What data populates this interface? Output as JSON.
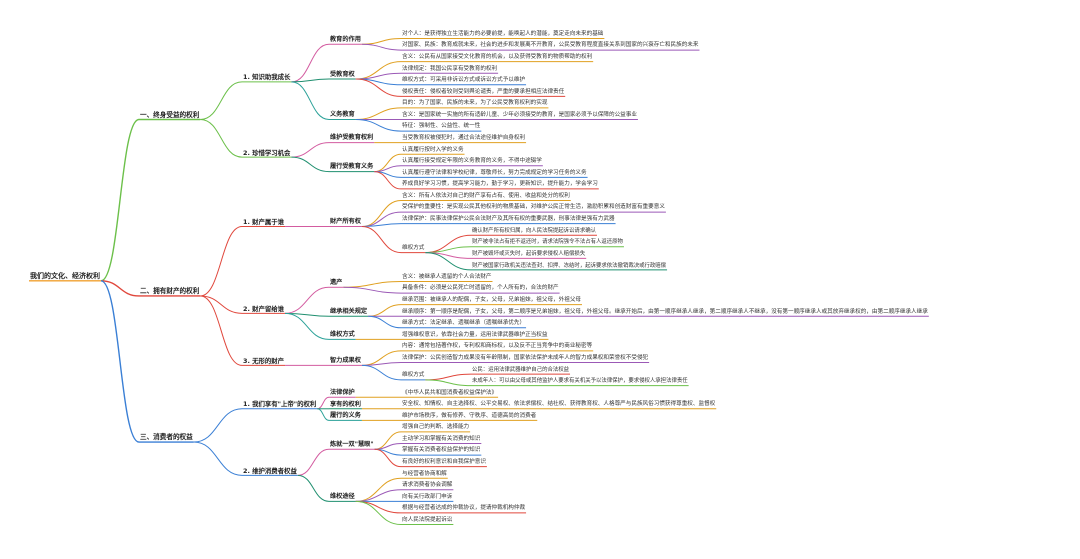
{
  "mindmap": {
    "root": "我们的文化、经济权利",
    "branches": [
      {
        "label": "一、终身受益的权利",
        "color": "#6cc04a",
        "children": [
          {
            "label": "1. 知识助我成长",
            "children": [
              {
                "label": "教育的作用",
                "children": [
                  {
                    "label": "对个人：是获得独立生活能力的必要前提，能唤起人的潜能，奠定走向未来的基础"
                  },
                  {
                    "label": "对国家、民族：教育成就未来，社会的进步和发展离不开教育，公民受教育程度直接关系到国家的兴衰存亡和民族的未来"
                  }
                ]
              },
              {
                "label": "受教育权",
                "children": [
                  {
                    "label": "含义：公民有从国家接受文化教育的机会，以及获得受教育的物质帮助的权利"
                  },
                  {
                    "label": "法律规定：我国公民享有受教育的权利"
                  },
                  {
                    "label": "维权方式：可采用非诉讼方式或诉讼方式予以维护"
                  },
                  {
                    "label": "侵权责任：侵权者较则受到舆论谴责，严重的要承担相应法律责任"
                  }
                ]
              },
              {
                "label": "义务教育",
                "children": [
                  {
                    "label": "目的：为了国家、民族的未来，为了公民受教育权利的实现"
                  },
                  {
                    "label": "含义：是国家统一实施的所有适龄儿童、少年必须接受的教育，是国家必须予以保障的公益事业"
                  },
                  {
                    "label": "特征：强制性、公益性、统一性"
                  }
                ]
              }
            ]
          },
          {
            "label": "2. 珍惜学习机会",
            "children": [
              {
                "label": "维护受教育权利",
                "children": [
                  {
                    "label": "当受教育权被侵犯时，通过合法途径维护自身权利"
                  }
                ]
              },
              {
                "label": "履行受教育义务",
                "children": [
                  {
                    "label": "认真履行按时入学的义务"
                  },
                  {
                    "label": "认真履行接受规定年限的义务教育的义务，不得中途辍学"
                  },
                  {
                    "label": "认真履行遵守法律和学校纪律，尊敬师长，努力完成规定的学习任务的义务"
                  },
                  {
                    "label": "养成良好学习习惯，提高学习能力，勤于学习，更新知识，提升能力，学会学习"
                  }
                ]
              }
            ]
          }
        ]
      },
      {
        "label": "二、拥有财产的权利",
        "color": "#e0473c",
        "children": [
          {
            "label": "1. 财产属于谁",
            "children": [
              {
                "label": "财产所有权",
                "children": [
                  {
                    "label": "含义：所有人依法对自己的财产享有占有、使用、收益和处分的权利"
                  },
                  {
                    "label": "受保护的重要性：是实现公民其他权利的物质基础，对维护公民正常生活，激励积累和创造财富有重要意义"
                  },
                  {
                    "label": "法律保护：民事法律保护公民合法财产及其所有权的重要武器，刑事法律是强有力武器"
                  },
                  {
                    "label": "维权方式",
                    "children": [
                      {
                        "label": "确认财产所有权归属，向人民法院提起诉讼请求确认"
                      },
                      {
                        "label": "财产被非法占有拒不返还时，请求法院强令不法占有人返还原物"
                      },
                      {
                        "label": "财产被毁坏或灭失时，起诉要求侵权人赔偿损失"
                      },
                      {
                        "label": "财产被国家行政机关违法查封、扣押、冻结时，起诉要求依法撤销裁决或行政赔偿"
                      }
                    ]
                  }
                ]
              }
            ]
          },
          {
            "label": "2. 财产留给谁",
            "children": [
              {
                "label": "遗产",
                "children": [
                  {
                    "label": "含义：被继承人遗留的个人合法财产"
                  },
                  {
                    "label": "具备条件：必须是公民死亡时遗留的，个人所有的，合法的财产"
                  }
                ]
              },
              {
                "label": "继承相关规定",
                "children": [
                  {
                    "label": "继承范围：被继承人的配偶，子女，父母，兄弟姐妹，祖父母，外祖父母"
                  },
                  {
                    "label": "继承顺序：第一顺序是配偶，子女，父母，第二顺序是兄弟姐妹，祖父母，外祖父母。继承开始后，由第一顺序继承人继承，第二顺序继承人不继承，没有第一顺序继承人或其放弃继承权的，由第二顺序继承人继承"
                  },
                  {
                    "label": "继承方式：法定继承、遗嘱继承（遗嘱继承优先）"
                  }
                ]
              },
              {
                "label": "维权方式",
                "children": [
                  {
                    "label": "增强维权意识，依靠社会力量，运用法律武器维护正当权益"
                  }
                ]
              }
            ]
          },
          {
            "label": "3. 无形的财产",
            "children": [
              {
                "label": "智力成果权",
                "children": [
                  {
                    "label": "内容：通常包括著作权，专利权和商标权，以及反不正当竞争中的商业秘密等"
                  },
                  {
                    "label": "法律保护：公民创造智力成果没有年龄限制，国家依法保护未成年人的智力成果权和荣誉权不受侵犯"
                  },
                  {
                    "label": "维权方式",
                    "children": [
                      {
                        "label": "公民：运用法律武器维护自己的合法权益"
                      },
                      {
                        "label": "未成年人：可以由父母或其他监护人要求有关机关予以法律保护，要求侵权人承担法律责任"
                      }
                    ]
                  }
                ]
              }
            ]
          }
        ]
      },
      {
        "label": "三、消费者的权益",
        "color": "#3a7fd5",
        "children": [
          {
            "label": "1. 我们享有\"上帝\"的权利",
            "children": [
              {
                "label": "法律保护",
                "children": [
                  {
                    "label": "《中华人民共和国消费者权益保护法》"
                  }
                ]
              },
              {
                "label": "享有的权利",
                "children": [
                  {
                    "label": "安全权、知情权、自主选择权、公平交易权、依法求偿权、结社权、获得教育权、人格尊严与民族风俗习惯获得尊重权、监督权"
                  }
                ]
              },
              {
                "label": "履行的义务",
                "children": [
                  {
                    "label": "维护市场秩序，做有修养、守秩序、道德高尚的消费者"
                  }
                ]
              }
            ]
          },
          {
            "label": "2. 维护消费者权益",
            "children": [
              {
                "label": "炼就一双\"慧眼\"",
                "children": [
                  {
                    "label": "增强自己的判断、选择能力"
                  },
                  {
                    "label": "主动学习和掌握有关消费的知识"
                  },
                  {
                    "label": "掌握有关消费者权益保护的知识"
                  },
                  {
                    "label": "有良好的权利意识和自我保护意识"
                  }
                ]
              },
              {
                "label": "维权途径",
                "children": [
                  {
                    "label": "与经营者协商和解"
                  },
                  {
                    "label": "请求消费者协会调解"
                  },
                  {
                    "label": "向有关行政部门申诉"
                  },
                  {
                    "label": "根据与经营者达成的仲裁协议，提请仲裁机构仲裁"
                  },
                  {
                    "label": "向人民法院提起诉讼"
                  }
                ]
              }
            ]
          }
        ]
      }
    ]
  }
}
